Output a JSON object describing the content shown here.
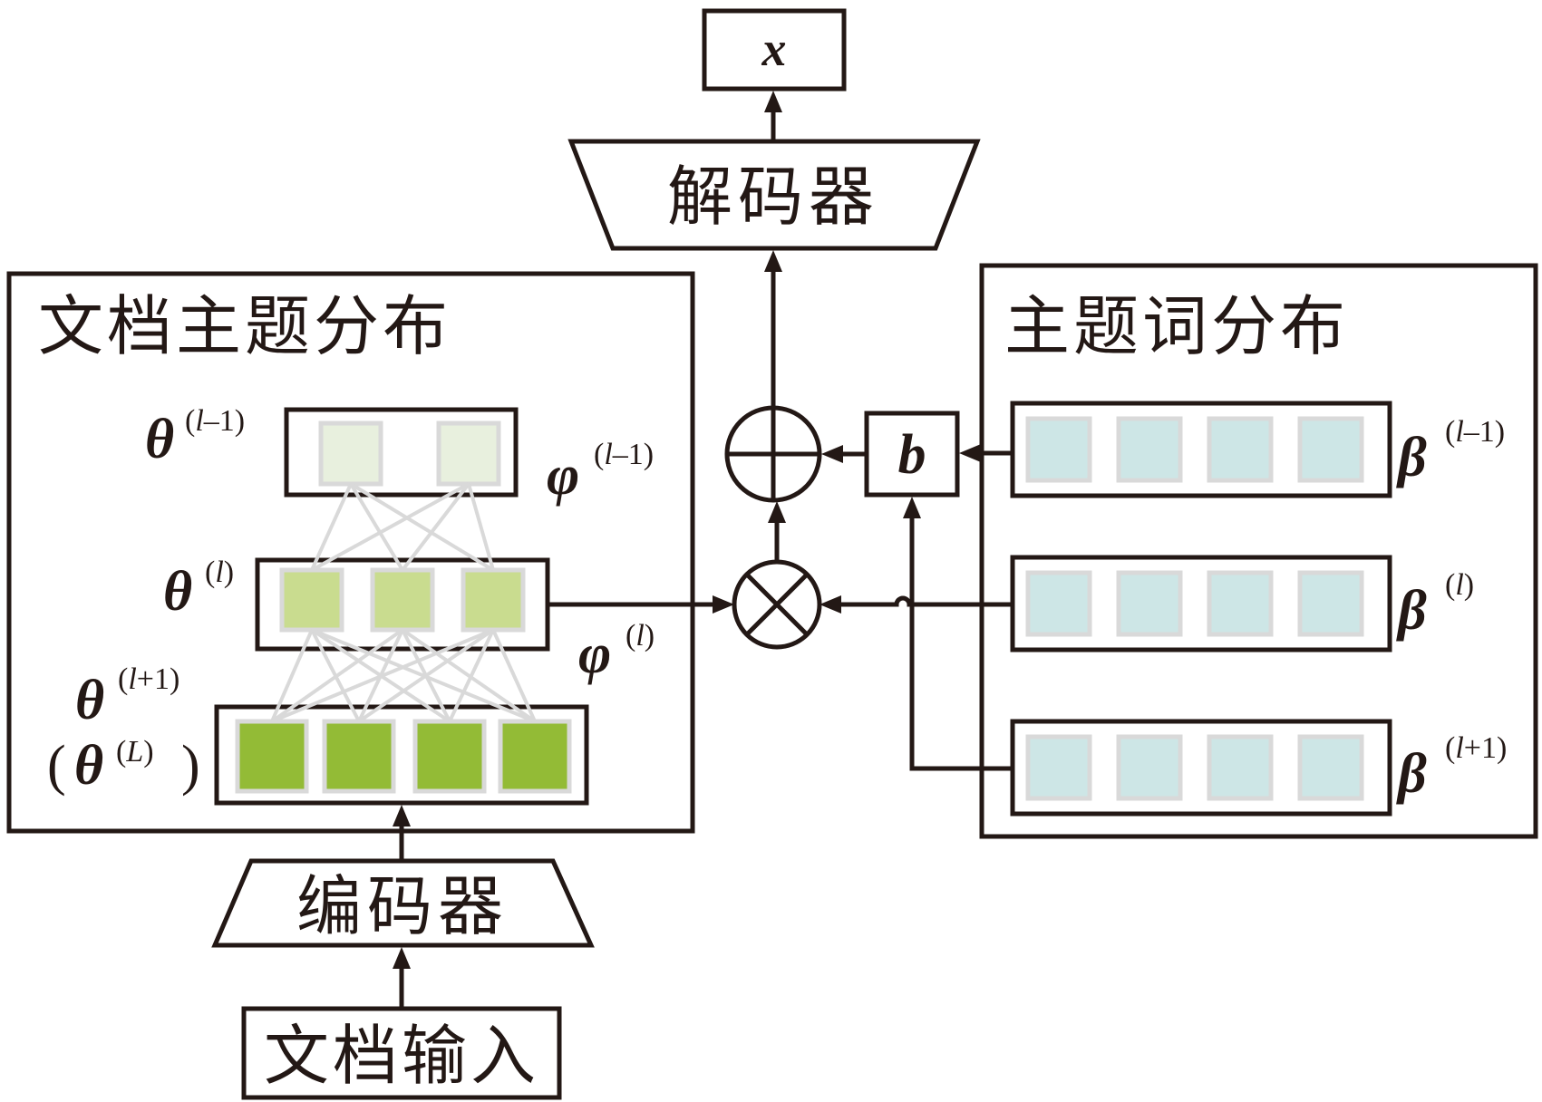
{
  "diagram": {
    "output_node": {
      "label": "x"
    },
    "decoder": {
      "label": "解码器"
    },
    "encoder": {
      "label": "编码器"
    },
    "input_node": {
      "label": "文档输入"
    },
    "bias_node": {
      "label": "b"
    },
    "add_op": {
      "symbol": "plus"
    },
    "multiply_op": {
      "symbol": "times"
    },
    "doc_topic_panel": {
      "title": "文档主题分布",
      "layers": [
        {
          "symbol": "θ",
          "superscript": "(l–1)",
          "units": 2,
          "fill": "#e8f0de"
        },
        {
          "symbol": "θ",
          "superscript": "(l)",
          "units": 3,
          "fill": "#c9dc8f"
        },
        {
          "symbol": "θ",
          "superscript": "(l+1)",
          "units": 4,
          "fill": "#93bb36",
          "alt_symbol": "θ",
          "alt_superscript": "(L)"
        }
      ],
      "weights": [
        {
          "symbol": "φ",
          "superscript": "(l–1)"
        },
        {
          "symbol": "φ",
          "superscript": "(l)"
        }
      ]
    },
    "topic_word_panel": {
      "title": "主题词分布",
      "layers": [
        {
          "symbol": "β",
          "superscript": "(l–1)",
          "units": 4,
          "fill": "#cde6e6"
        },
        {
          "symbol": "β",
          "superscript": "(l)",
          "units": 4,
          "fill": "#cde6e6"
        },
        {
          "symbol": "β",
          "superscript": "(l+1)",
          "units": 4,
          "fill": "#cde6e6"
        }
      ]
    }
  }
}
